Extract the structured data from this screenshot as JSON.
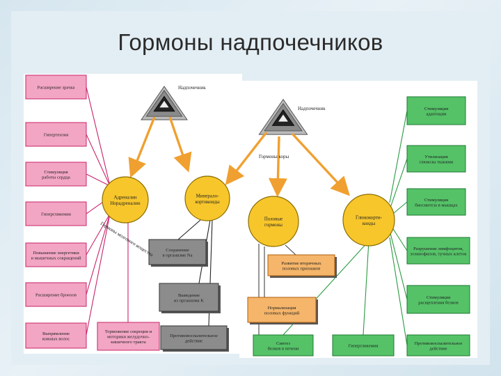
{
  "title": "Гормоны надпочечников",
  "gland_labels": {
    "medulla_gland": "Надпочечник",
    "cortex_gland": "Надпочечник",
    "cortex_hormones": "Гормоны коры",
    "medulla_hormones": "Гормоны мозгового вещества"
  },
  "circles": [
    {
      "id": "adrenaline",
      "lines": [
        "Адреналин",
        "Норадреналин"
      ]
    },
    {
      "id": "mineralocorticoids",
      "lines": [
        "Минерало-",
        "кортикоиды"
      ]
    },
    {
      "id": "sex-hormones",
      "lines": [
        "Половые",
        "гормоны"
      ]
    },
    {
      "id": "glucocorticoids",
      "lines": [
        "Глюкокорти-",
        "коиды"
      ]
    }
  ],
  "left_boxes": [
    {
      "lines": [
        "Расширение зрачка"
      ]
    },
    {
      "lines": [
        "Гипертензия"
      ]
    },
    {
      "lines": [
        "Стимуляция",
        "работы сердца"
      ]
    },
    {
      "lines": [
        "Гипергликемия"
      ]
    },
    {
      "lines": [
        "Повышение энергетики",
        "и мышечных сокращений"
      ]
    },
    {
      "lines": [
        "Расширение бронхов"
      ]
    },
    {
      "lines": [
        "Выпрямление",
        "кожных волос"
      ]
    },
    {
      "lines": [
        "Торможение секреции и",
        "моторики желудочно-",
        "кишечного тракта"
      ]
    }
  ],
  "gray_boxes": [
    {
      "lines": [
        "Сохранение",
        "в организме Na"
      ]
    },
    {
      "lines": [
        "Выведение",
        "из организма K"
      ]
    },
    {
      "lines": [
        "Противовоспалительное",
        "действие"
      ]
    }
  ],
  "orange_boxes": [
    {
      "lines": [
        "Развитие вторичных",
        "половых признаков"
      ]
    },
    {
      "lines": [
        "Нормализация",
        "половых функций"
      ]
    }
  ],
  "green_boxes": [
    {
      "lines": [
        "Стимуляция",
        "адаптации"
      ]
    },
    {
      "lines": [
        "Утилизация",
        "глюкозы тканями"
      ]
    },
    {
      "lines": [
        "Стимуляция",
        "биосинтеза в мышцах"
      ]
    },
    {
      "lines": [
        "Разрушение лимфоцитов,",
        "эозинофилов, тучных клеток"
      ]
    },
    {
      "lines": [
        "Стимуляция",
        "расщепления белков"
      ]
    },
    {
      "lines": [
        "Противовоспалительное",
        "действие"
      ]
    },
    {
      "lines": [
        "Синтез",
        "белков в печени"
      ]
    },
    {
      "lines": [
        "Гипергликемия"
      ]
    }
  ],
  "colors": {
    "pink": "#f2a6c3",
    "pink_border": "#c8236a",
    "gray": "#8c8c8c",
    "orange": "#f5b56a",
    "green": "#55c268",
    "yellow": "#f7c62b",
    "arrow": "#f0a030"
  }
}
